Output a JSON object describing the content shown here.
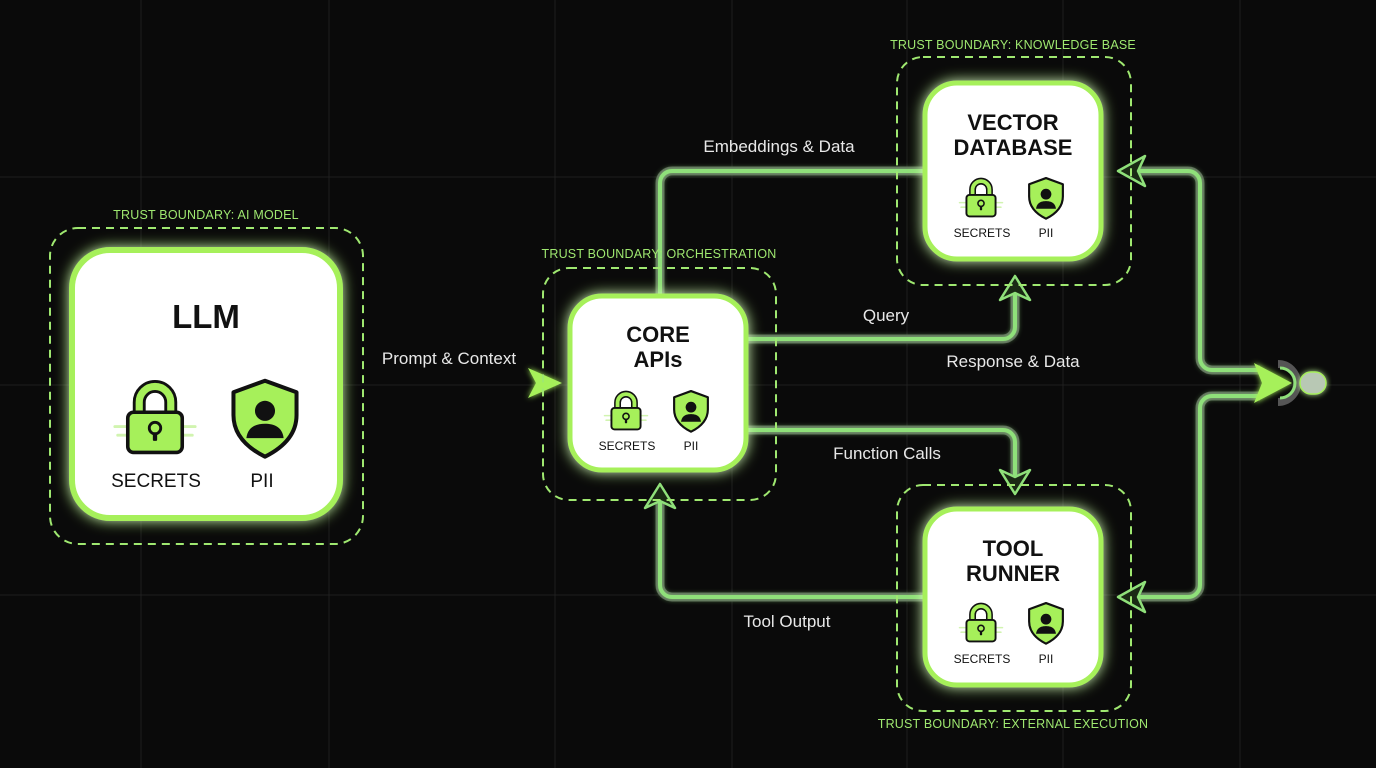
{
  "colors": {
    "background": "#0a0a0a",
    "grid": "#262626",
    "accent": "#a6f05a",
    "accent_soft": "#8fe07a",
    "boundary": "#9fe870",
    "node_fill": "#ffffff",
    "label": "#e8e8e8"
  },
  "boundaries": {
    "ai_model": "TRUST BOUNDARY: AI MODEL",
    "orchestration": "TRUST BOUNDARY: ORCHESTRATION",
    "knowledge_base": "TRUST BOUNDARY: KNOWLEDGE BASE",
    "external_execution": "TRUST BOUNDARY: EXTERNAL EXECUTION"
  },
  "nodes": {
    "llm": {
      "title": [
        "LLM"
      ],
      "badges": [
        "SECRETS",
        "PII"
      ]
    },
    "core": {
      "title": [
        "CORE",
        "APIs"
      ],
      "badges": [
        "SECRETS",
        "PII"
      ]
    },
    "vector": {
      "title": [
        "VECTOR",
        "DATABASE"
      ],
      "badges": [
        "SECRETS",
        "PII"
      ]
    },
    "tool": {
      "title": [
        "TOOL",
        "RUNNER"
      ],
      "badges": [
        "SECRETS",
        "PII"
      ]
    }
  },
  "flows": {
    "prompt": "Prompt & Context",
    "embeddings": "Embeddings & Data",
    "query": "Query",
    "response": "Response & Data",
    "function_calls": "Function Calls",
    "tool_output": "Tool Output"
  },
  "icons": {
    "secrets": "lock-icon",
    "pii": "shield-user-icon"
  }
}
